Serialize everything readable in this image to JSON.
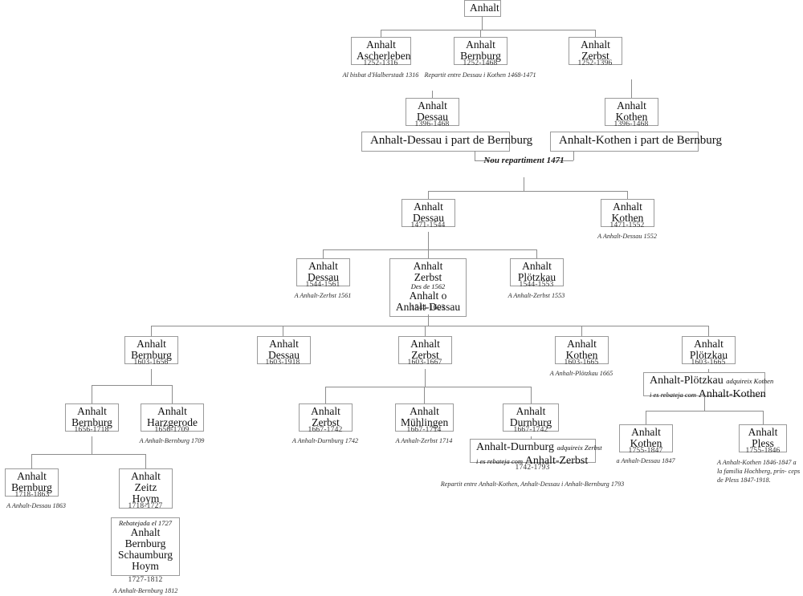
{
  "diagram": {
    "title": "Anhalt",
    "language": "ca",
    "root": {
      "label": "Anhalt"
    },
    "nodes": {
      "ascherleben": {
        "l1": "Anhalt",
        "l2": "Ascherleben",
        "years": "1252-1316",
        "note": "Al bisbat d'Halberstadt 1316"
      },
      "bernburg_1252": {
        "l1": "Anhalt",
        "l2": "Bernburg",
        "years": "1252-1468",
        "note": "Repartit entre Dessau i Kothen 1468-1471"
      },
      "zerbst_1252": {
        "l1": "Anhalt",
        "l2": "Zerbst",
        "years": "1252-1396",
        "note": ""
      },
      "dessau_1396": {
        "l1": "Anhalt",
        "l2": "Dessau",
        "years": "1396-1468",
        "note": ""
      },
      "kothen_1396": {
        "l1": "Anhalt",
        "l2": "Kothen",
        "years": "1396-1468",
        "note": ""
      },
      "dessau_part": {
        "label": "Anhalt-Dessau i part de Bernburg"
      },
      "kothen_part": {
        "label": "Anhalt-Kothen i part de Bernburg"
      },
      "nou_repartiment": {
        "l1": "Nou repartiment",
        "l2": "1471"
      },
      "dessau_1471": {
        "l1": "Anhalt",
        "l2": "Dessau",
        "years": "1471-1544",
        "note": ""
      },
      "kothen_1471": {
        "l1": "Anhalt",
        "l2": "Kothen",
        "years": "1471-1552",
        "note": "A Anhalt-Dessau 1552"
      },
      "dessau_1544": {
        "l1": "Anhalt",
        "l2": "Dessau",
        "years": "1544-1561",
        "note": "A Anhalt-Zerbst 1561"
      },
      "zerbst_1544": {
        "l1": "Anhalt",
        "l2": "Zerbst",
        "mid": "Des de 1562",
        "l3": "Anhalt o",
        "l4": "Anhalt-Dessau",
        "years": "1544-1603",
        "note": ""
      },
      "plotzkau_1544": {
        "l1": "Anhalt",
        "l2": "Plötzkau",
        "years": "1544-1553",
        "note": "A Anhalt-Zerbst 1553"
      },
      "bernburg_1603": {
        "l1": "Anhalt",
        "l2": "Bernburg",
        "years": "1603-1656",
        "note": ""
      },
      "dessau_1603": {
        "l1": "Anhalt",
        "l2": "Dessau",
        "years": "1603-1918",
        "note": ""
      },
      "zerbst_1603": {
        "l1": "Anhalt",
        "l2": "Zerbst",
        "years": "1603-1667",
        "note": ""
      },
      "kothen_1603": {
        "l1": "Anhalt",
        "l2": "Kothen",
        "years": "1603-1665",
        "note": "A Anhalt-Plötzkau 1665"
      },
      "plotzkau_1603": {
        "l1": "Anhalt",
        "l2": "Plötzkau",
        "years": "1603-1665",
        "note": ""
      },
      "plotzkau_merge": {
        "a": "Anhalt-Plötzkau",
        "b": "adquireix Kothen",
        "c": "i es rebateja com",
        "d": "Anhalt-Kothen"
      },
      "bernburg_1656": {
        "l1": "Anhalt",
        "l2": "Bernburg",
        "years": "1656-1718",
        "note": ""
      },
      "harzgerode": {
        "l1": "Anhalt",
        "l2": "Harzgerode",
        "years": "1656-1709",
        "note": "A Anhalt-Bernburg 1709"
      },
      "zerbst_1667": {
        "l1": "Anhalt",
        "l2": "Zerbst",
        "years": "1667-1742",
        "note": "A Anhalt-Durnburg 1742"
      },
      "muhlingen": {
        "l1": "Anhalt",
        "l2": "Mühlingen",
        "years": "1667-1714",
        "note": "A Anhalt-Zerbst 1714"
      },
      "durnburg": {
        "l1": "Anhalt",
        "l2": "Durnburg",
        "years": "1667-1742",
        "note": ""
      },
      "durnburg_merge": {
        "a": "Anhalt-Durnburg",
        "b": "adquireix Zerbst",
        "c": "i es rebateja com",
        "d": "Anhalt-Zerbst",
        "years": "1742-1793",
        "note": "Repartit entre Anhalt-Kothen, Anhalt-Dessau i Anhalt-Bernburg 1793"
      },
      "kothen_1755": {
        "l1": "Anhalt",
        "l2": "Kothen",
        "years": "1755-1847",
        "note": "a Anhalt-Dessau 1847"
      },
      "pless": {
        "l1": "Anhalt",
        "l2": "Pless",
        "years": "1755-1846",
        "note_l1": "A Anhalt-Kothen 1846-1847",
        "note_l2": "a la familia Hochberg, prín-",
        "note_l3": "ceps de Pless  1847-1918."
      },
      "bernburg_1718": {
        "l1": "Anhalt",
        "l2": "Bernburg",
        "years": "1718-1863",
        "note": "A Anhalt-Dessau 1863"
      },
      "zeitz_hoym": {
        "l1": "Anhalt",
        "l2": "Zeitz",
        "l3": "Hoym",
        "years": "1718-1727",
        "note": ""
      },
      "schaumburg": {
        "mid": "Rebatejada el 1727",
        "l1": "Anhalt",
        "l2": "Bernburg",
        "l3": "Schaumburg",
        "l4": "Hoym",
        "years": "1727-1812",
        "note": "A Anhalt-Bernburg 1812"
      }
    },
    "colors": {
      "border": "#9a9a9a",
      "line": "#8d8d8d",
      "text": "#111111"
    }
  }
}
